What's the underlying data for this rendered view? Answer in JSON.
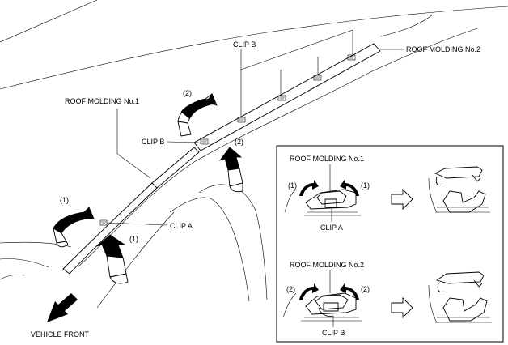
{
  "labels": {
    "clip_b_top": "CLIP B",
    "roof_molding_no2": "ROOF MOLDING No.2",
    "roof_molding_no1": "ROOF MOLDING No.1",
    "step_2_upper": "(2)",
    "step_2_mid": "(2)",
    "clip_b_left": "CLIP B",
    "step_1_left": "(1)",
    "clip_a": "CLIP A",
    "step_1_lower": "(1)",
    "vehicle_front": "VEHICLE FRONT"
  },
  "inset": {
    "top_title": "ROOF MOLDING No.1",
    "top_left_step": "(1)",
    "top_right_step": "(1)",
    "top_clip": "CLIP A",
    "bottom_title": "ROOF MOLDING No.2",
    "bottom_left_step": "(2)",
    "bottom_right_step": "(2)",
    "bottom_clip": "CLIP B"
  }
}
